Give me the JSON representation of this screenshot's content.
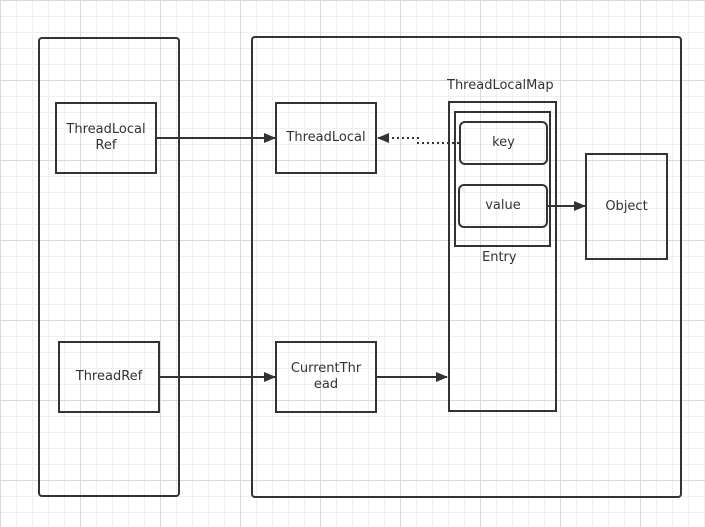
{
  "diagram": {
    "nodes": {
      "threadlocal_ref": "ThreadLocal Ref",
      "thread_ref": "ThreadRef",
      "threadlocal": "ThreadLocal",
      "current_thread": "CurrentThread",
      "threadlocalmap_title": "ThreadLocalMap",
      "key": "key",
      "value": "value",
      "entry": "Entry",
      "object": "Object"
    },
    "colors": {
      "stroke": "#333333",
      "background": "#ffffff",
      "grid_major": "#d9d9d9",
      "grid_minor": "#efefef"
    }
  }
}
